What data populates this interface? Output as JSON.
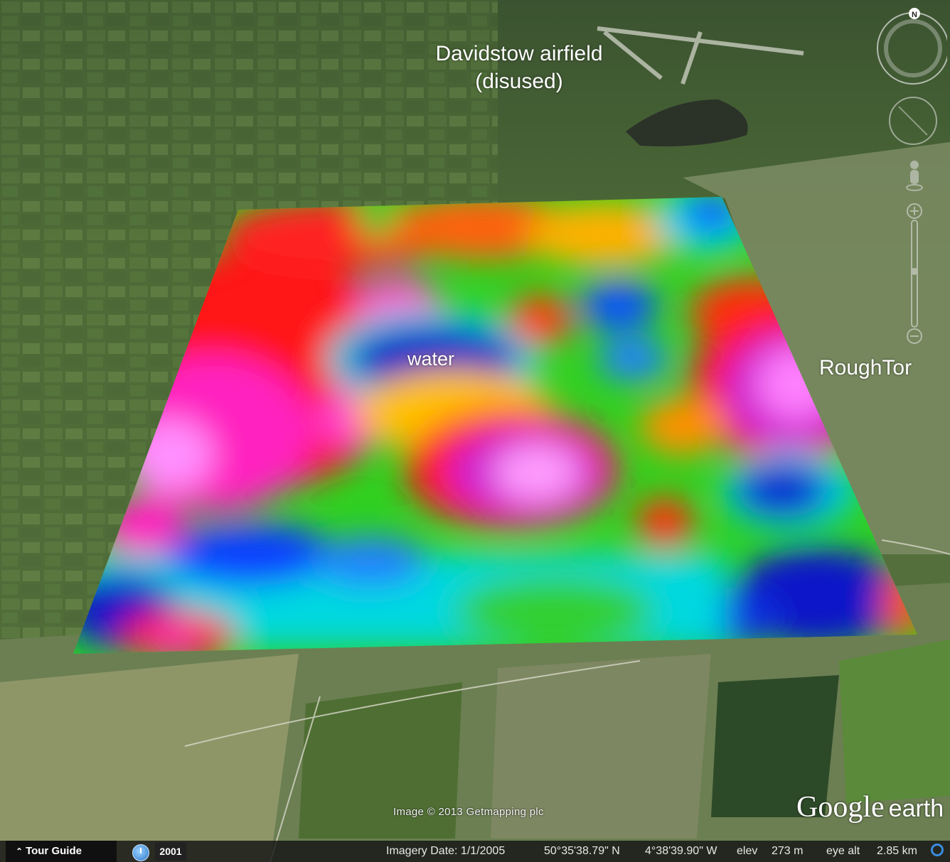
{
  "labels": {
    "airfield_line1": "Davidstow airfield",
    "airfield_line2": "(disused)",
    "water": "water",
    "tor": "RoughTor"
  },
  "attribution": {
    "copyright": "Image © 2013 Getmapping plc",
    "logo_google": "Google",
    "logo_earth": "earth"
  },
  "statusbar": {
    "tour_guide": "Tour Guide",
    "historical_year": "2001",
    "imagery_date": "Imagery Date: 1/1/2005",
    "latitude": "50°35'38.79\" N",
    "longitude": "4°38'39.90\" W",
    "elev_label": "elev",
    "elev_value": "273 m",
    "eye_alt_label": "eye alt",
    "eye_alt_value": "2.85 km"
  },
  "navigation": {
    "compass_north": "N",
    "icons": [
      "compass-ring",
      "look-joystick",
      "street-view-pegman",
      "zoom-slider"
    ]
  },
  "overlay_colors": {
    "scale": [
      "#0a10c8",
      "#1060ff",
      "#00e0e0",
      "#20d030",
      "#b0e000",
      "#ffe000",
      "#ff8000",
      "#ff1010",
      "#ff20c0",
      "#ff90ff"
    ]
  }
}
